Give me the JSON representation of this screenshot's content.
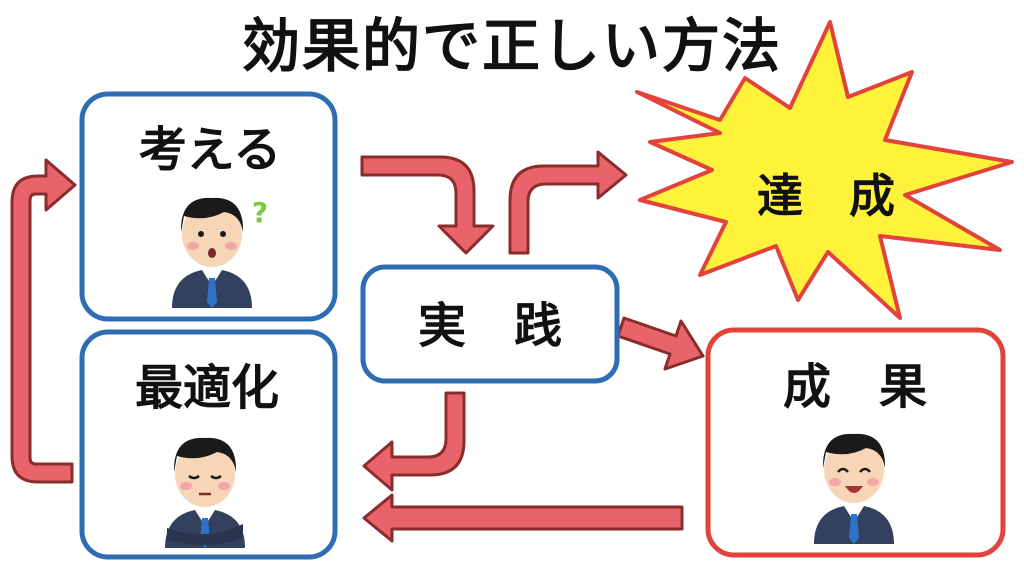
{
  "title": "効果的で正しい方法",
  "colors": {
    "blue_border": "#2f6db3",
    "red_border": "#e2443d",
    "arrow_fill": "#e9636b",
    "arrow_stroke": "#8a2c2c",
    "burst_fill": "#fff23a",
    "burst_stroke": "#e2443d",
    "suit": "#33405e",
    "skin": "#f7d6b8",
    "hair": "#1a1a1a",
    "tie": "#2f73c9"
  },
  "nodes": {
    "think": {
      "label": "考える",
      "character": "puzzled-businessman",
      "mark": "?"
    },
    "optimize": {
      "label": "最適化",
      "character": "thinking-businessman-arms-crossed"
    },
    "practice": {
      "label": "実　践"
    },
    "result": {
      "label": "成　果",
      "character": "smiling-businessman"
    },
    "achieve": {
      "label": "達　成",
      "shape": "starburst"
    }
  }
}
